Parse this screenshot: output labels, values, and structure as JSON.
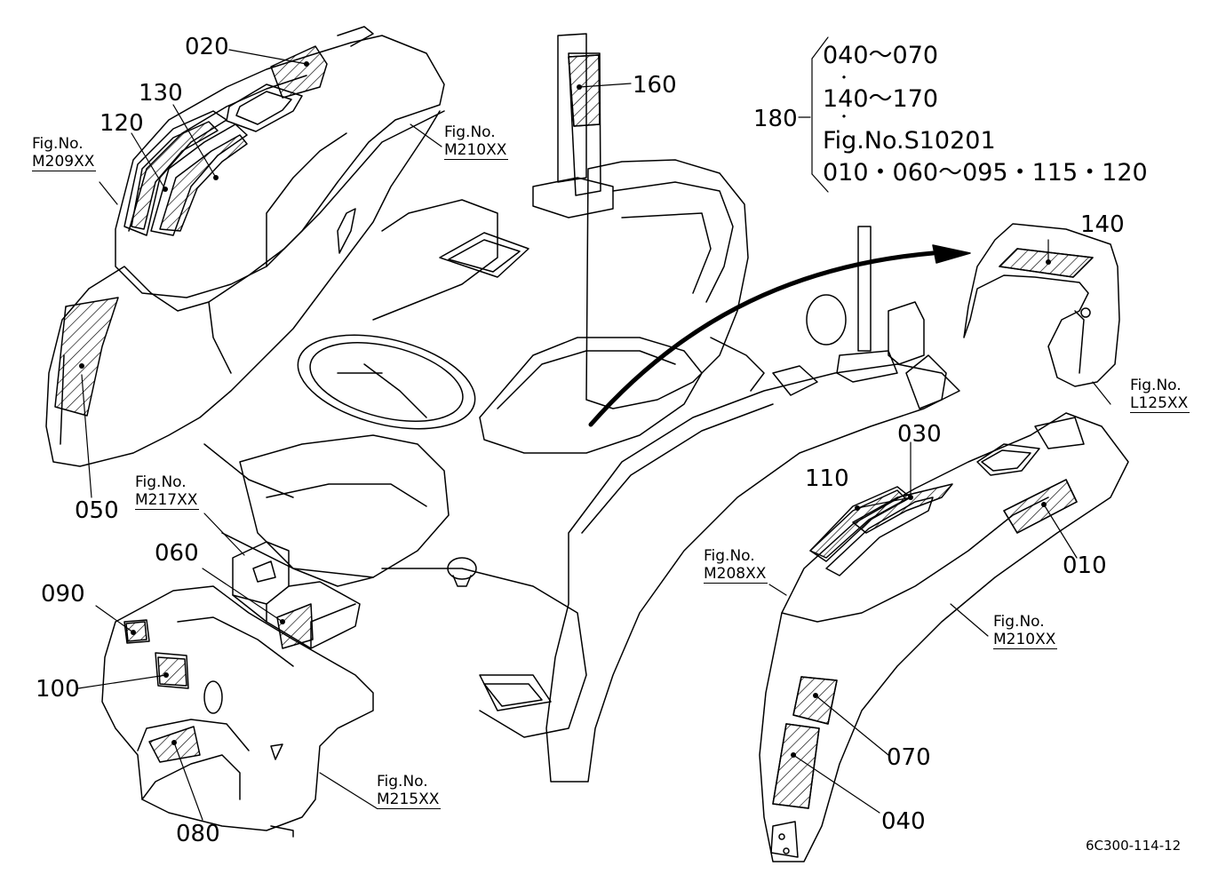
{
  "diagram": {
    "doc_id": "6C300-114-12",
    "callouts": {
      "c010": "010",
      "c020": "020",
      "c030": "030",
      "c040": "040",
      "c050": "050",
      "c060": "060",
      "c070": "070",
      "c080": "080",
      "c090": "090",
      "c100": "100",
      "c110": "110",
      "c120": "120",
      "c130": "130",
      "c140": "140",
      "c160": "160",
      "c180": "180"
    },
    "fig_refs": {
      "m209": {
        "label": "Fig.No.",
        "code": "M209XX"
      },
      "m210_top": {
        "label": "Fig.No.",
        "code": "M210XX"
      },
      "m217": {
        "label": "Fig.No.",
        "code": "M217XX"
      },
      "l125": {
        "label": "Fig.No.",
        "code": "L125XX"
      },
      "m208": {
        "label": "Fig.No.",
        "code": "M208XX"
      },
      "m210_right": {
        "label": "Fig.No.",
        "code": "M210XX"
      },
      "m215": {
        "label": "Fig.No.",
        "code": "M215XX"
      }
    },
    "note_180": {
      "line1": "040～070",
      "sep1": "・",
      "line2": "140～170",
      "sep2": "・",
      "line3": "Fig.No.S10201",
      "line4": "010・060～095・115・120"
    }
  }
}
